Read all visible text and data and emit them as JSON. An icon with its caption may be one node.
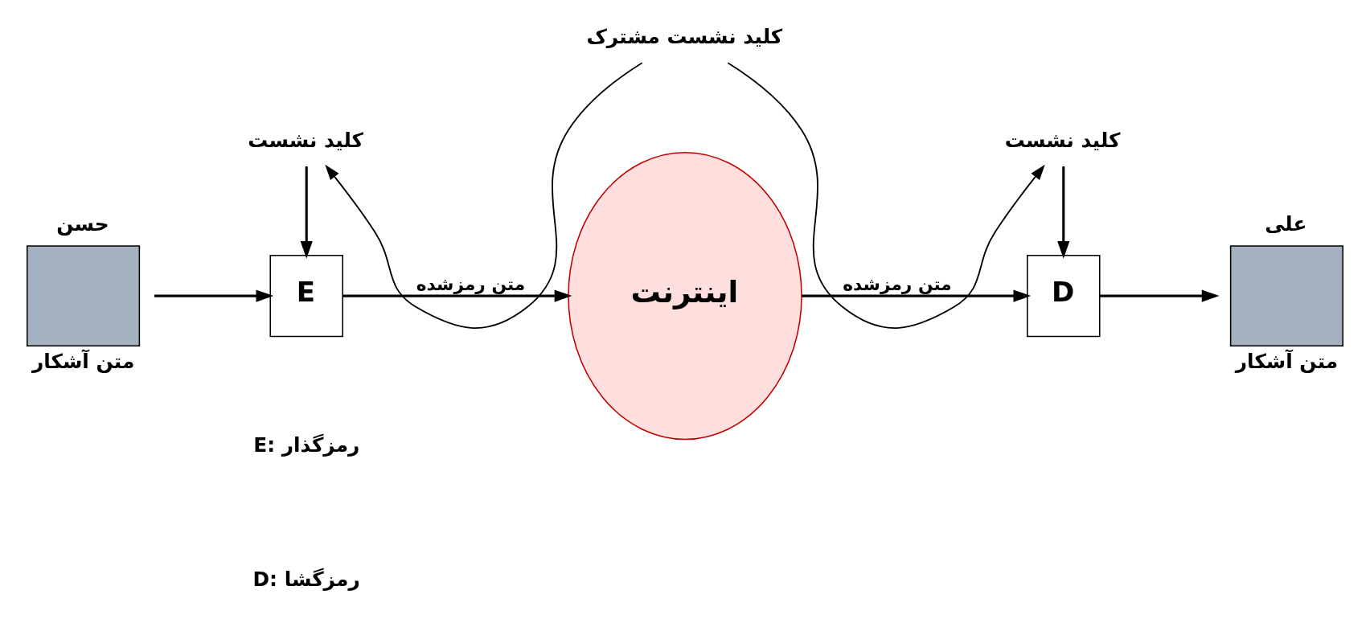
{
  "diagram": {
    "nodes": [
      {
        "text": [
          "کلید نشست مشترک"
        ]
      },
      {
        "text": [
          "کلید نشست"
        ]
      },
      {
        "text": [
          "کلید نشست"
        ]
      },
      {
        "text": [
          "حسن"
        ],
        "beside": [
          "متن آشکار"
        ]
      },
      {
        "text": [
          "E"
        ]
      },
      {
        "text": [
          "اینترنت"
        ]
      },
      {
        "text": [
          "D"
        ]
      },
      {
        "text": [
          "علی"
        ],
        "beside": [
          "متن آشکار"
        ]
      }
    ],
    "edges": [
      {
        "from": 0,
        "to": 1,
        "arrow": "to"
      },
      {
        "from": 0,
        "to": 2,
        "arrow": "to"
      },
      {
        "from": 1,
        "to": 4,
        "arrow": "to"
      },
      {
        "from": 2,
        "to": 6,
        "arrow": "to"
      },
      {
        "from": 3,
        "to": 4,
        "arrow": "to"
      },
      {
        "from": 4,
        "to": 5,
        "arrow": "to",
        "label": "متن رمزشده"
      },
      {
        "from": 5,
        "to": 6,
        "arrow": "to",
        "label": "متن رمزشده"
      },
      {
        "from": 6,
        "to": 7,
        "arrow": "to"
      }
    ],
    "labels": [
      "E: رمزگذار",
      "D: رمزگشا"
    ]
  }
}
